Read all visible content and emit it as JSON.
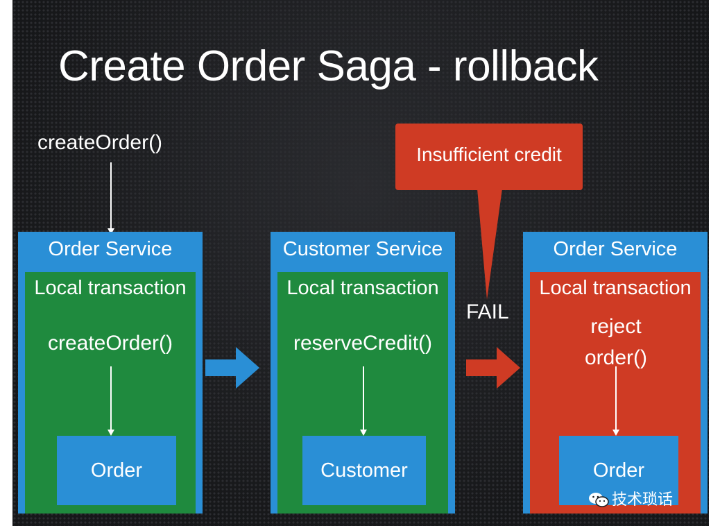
{
  "title": "Create Order Saga - rollback",
  "entry_call": "createOrder()",
  "callout": {
    "text": "Insufficient credit"
  },
  "fail_label": "FAIL",
  "services": [
    {
      "name": "Order Service",
      "transaction": "Local transaction",
      "operation": "createOrder()",
      "entity": "Order"
    },
    {
      "name": "Customer Service",
      "transaction": "Local transaction",
      "operation": "reserveCredit()",
      "entity": "Customer"
    },
    {
      "name": "Order Service",
      "transaction": "Local transaction",
      "operation": "reject order()",
      "entity": "Order"
    }
  ],
  "colors": {
    "service_blue": "#2a8fd6",
    "transaction_green": "#1f8a3e",
    "failure_red": "#cf3b24",
    "background": "#1b1c1f"
  },
  "watermark": "技术琐话"
}
